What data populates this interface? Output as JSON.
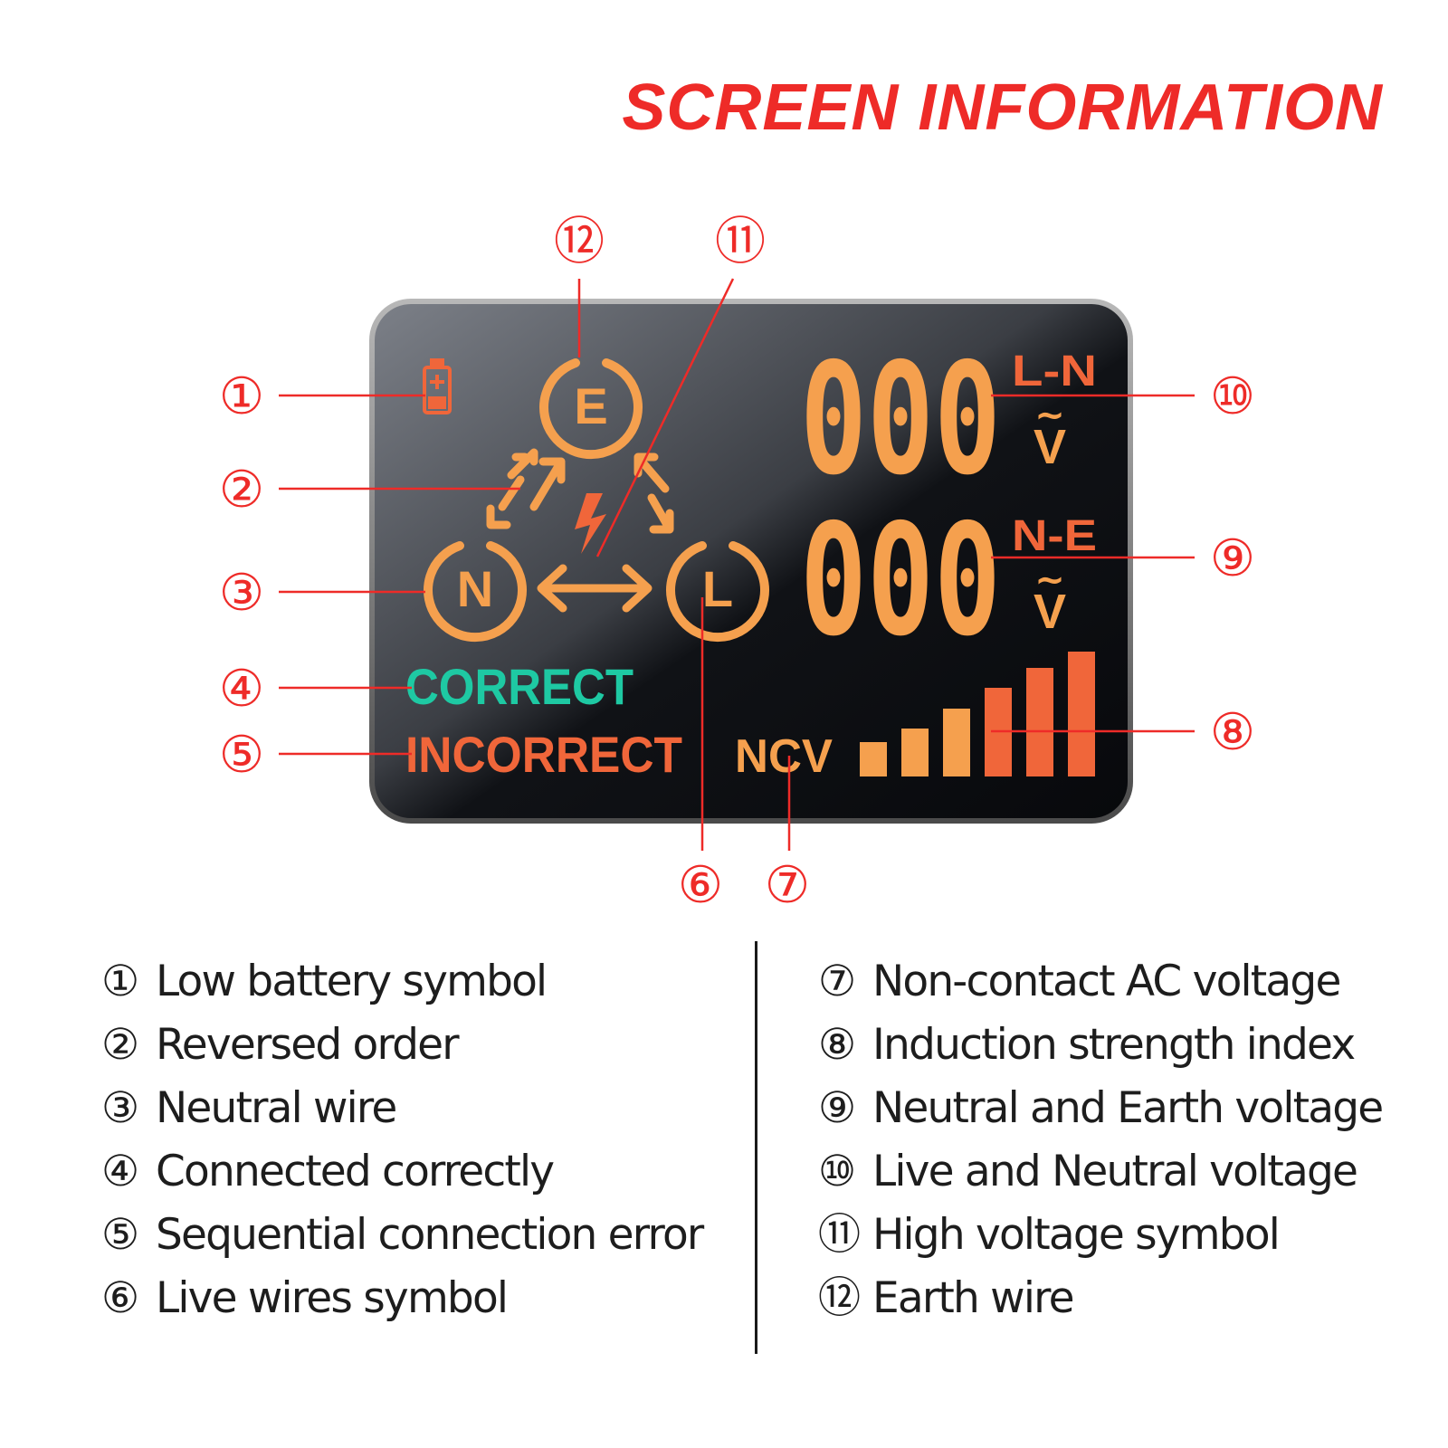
{
  "title": "SCREEN INFORMATION",
  "colors": {
    "title": "#ee2b28",
    "callout": "#ee2b28",
    "orange": "#f5a04e",
    "red_orange": "#f0663a",
    "green": "#1ec9a3",
    "screen_bg": "#0c0e12",
    "bezel": "#8d8d8d"
  },
  "screen": {
    "terminal_e": "E",
    "terminal_n": "N",
    "terminal_l": "L",
    "status_correct": "CORRECT",
    "status_incorrect": "INCORRECT",
    "ncv_label": "NCV",
    "reading_top": "000",
    "reading_top_label": "L-N",
    "reading_bottom": "000",
    "reading_bottom_label": "N-E",
    "ac_symbol": "~",
    "volt_unit": "V",
    "icons": [
      "battery-low-icon",
      "high-voltage-icon",
      "reversed-order-arrows-icon",
      "bidirectional-arrow-icon"
    ],
    "ncv_bar_levels": [
      0.25,
      0.35,
      0.5,
      0.65,
      0.8,
      0.92
    ]
  },
  "callouts": [
    "①",
    "②",
    "③",
    "④",
    "⑤",
    "⑥",
    "⑦",
    "⑧",
    "⑨",
    "⑩",
    "⑪",
    "⑫"
  ],
  "legend_left": [
    {
      "num": "①",
      "text": "Low battery symbol"
    },
    {
      "num": "②",
      "text": "Reversed order"
    },
    {
      "num": "③",
      "text": "Neutral wire"
    },
    {
      "num": "④",
      "text": "Connected correctly"
    },
    {
      "num": "⑤",
      "text": "Sequential connection error"
    },
    {
      "num": "⑥",
      "text": "Live wires symbol"
    }
  ],
  "legend_right": [
    {
      "num": "⑦",
      "text": "Non-contact AC voltage"
    },
    {
      "num": "⑧",
      "text": "Induction strength index"
    },
    {
      "num": "⑨",
      "text": "Neutral and Earth voltage"
    },
    {
      "num": "⑩",
      "text": "Live and Neutral voltage"
    },
    {
      "num": "⑪",
      "text": "High voltage symbol"
    },
    {
      "num": "⑫",
      "text": "Earth wire"
    }
  ]
}
